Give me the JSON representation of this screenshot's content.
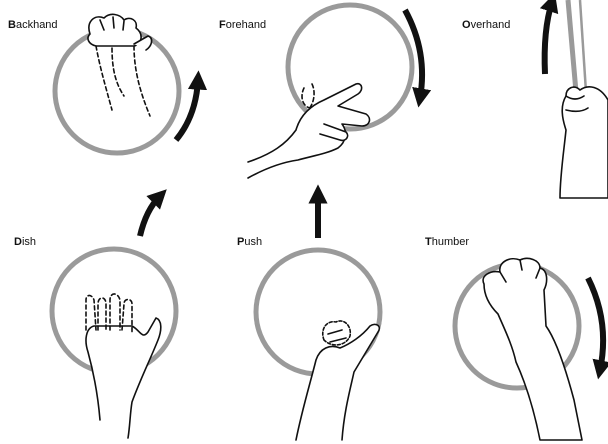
{
  "colors": {
    "ring": "#9a9a9a",
    "ink": "#111111",
    "background": "#ffffff"
  },
  "grips": [
    {
      "id": "backhand",
      "initial": "B",
      "rest": "ackhand"
    },
    {
      "id": "forehand",
      "initial": "F",
      "rest": "orehand"
    },
    {
      "id": "overhand",
      "initial": "O",
      "rest": "verhand"
    },
    {
      "id": "dish",
      "initial": "D",
      "rest": "ish"
    },
    {
      "id": "push",
      "initial": "P",
      "rest": "ush"
    },
    {
      "id": "thumber",
      "initial": "T",
      "rest": "humber"
    }
  ],
  "icons": {
    "backhand": "backhand-grip-hand-icon",
    "forehand": "forehand-grip-hand-icon",
    "overhand": "overhand-grip-hand-icon",
    "dish": "dish-grip-hand-icon",
    "push": "push-grip-hand-icon",
    "thumber": "thumber-grip-hand-icon",
    "rotation": "rotation-arrow-icon"
  }
}
